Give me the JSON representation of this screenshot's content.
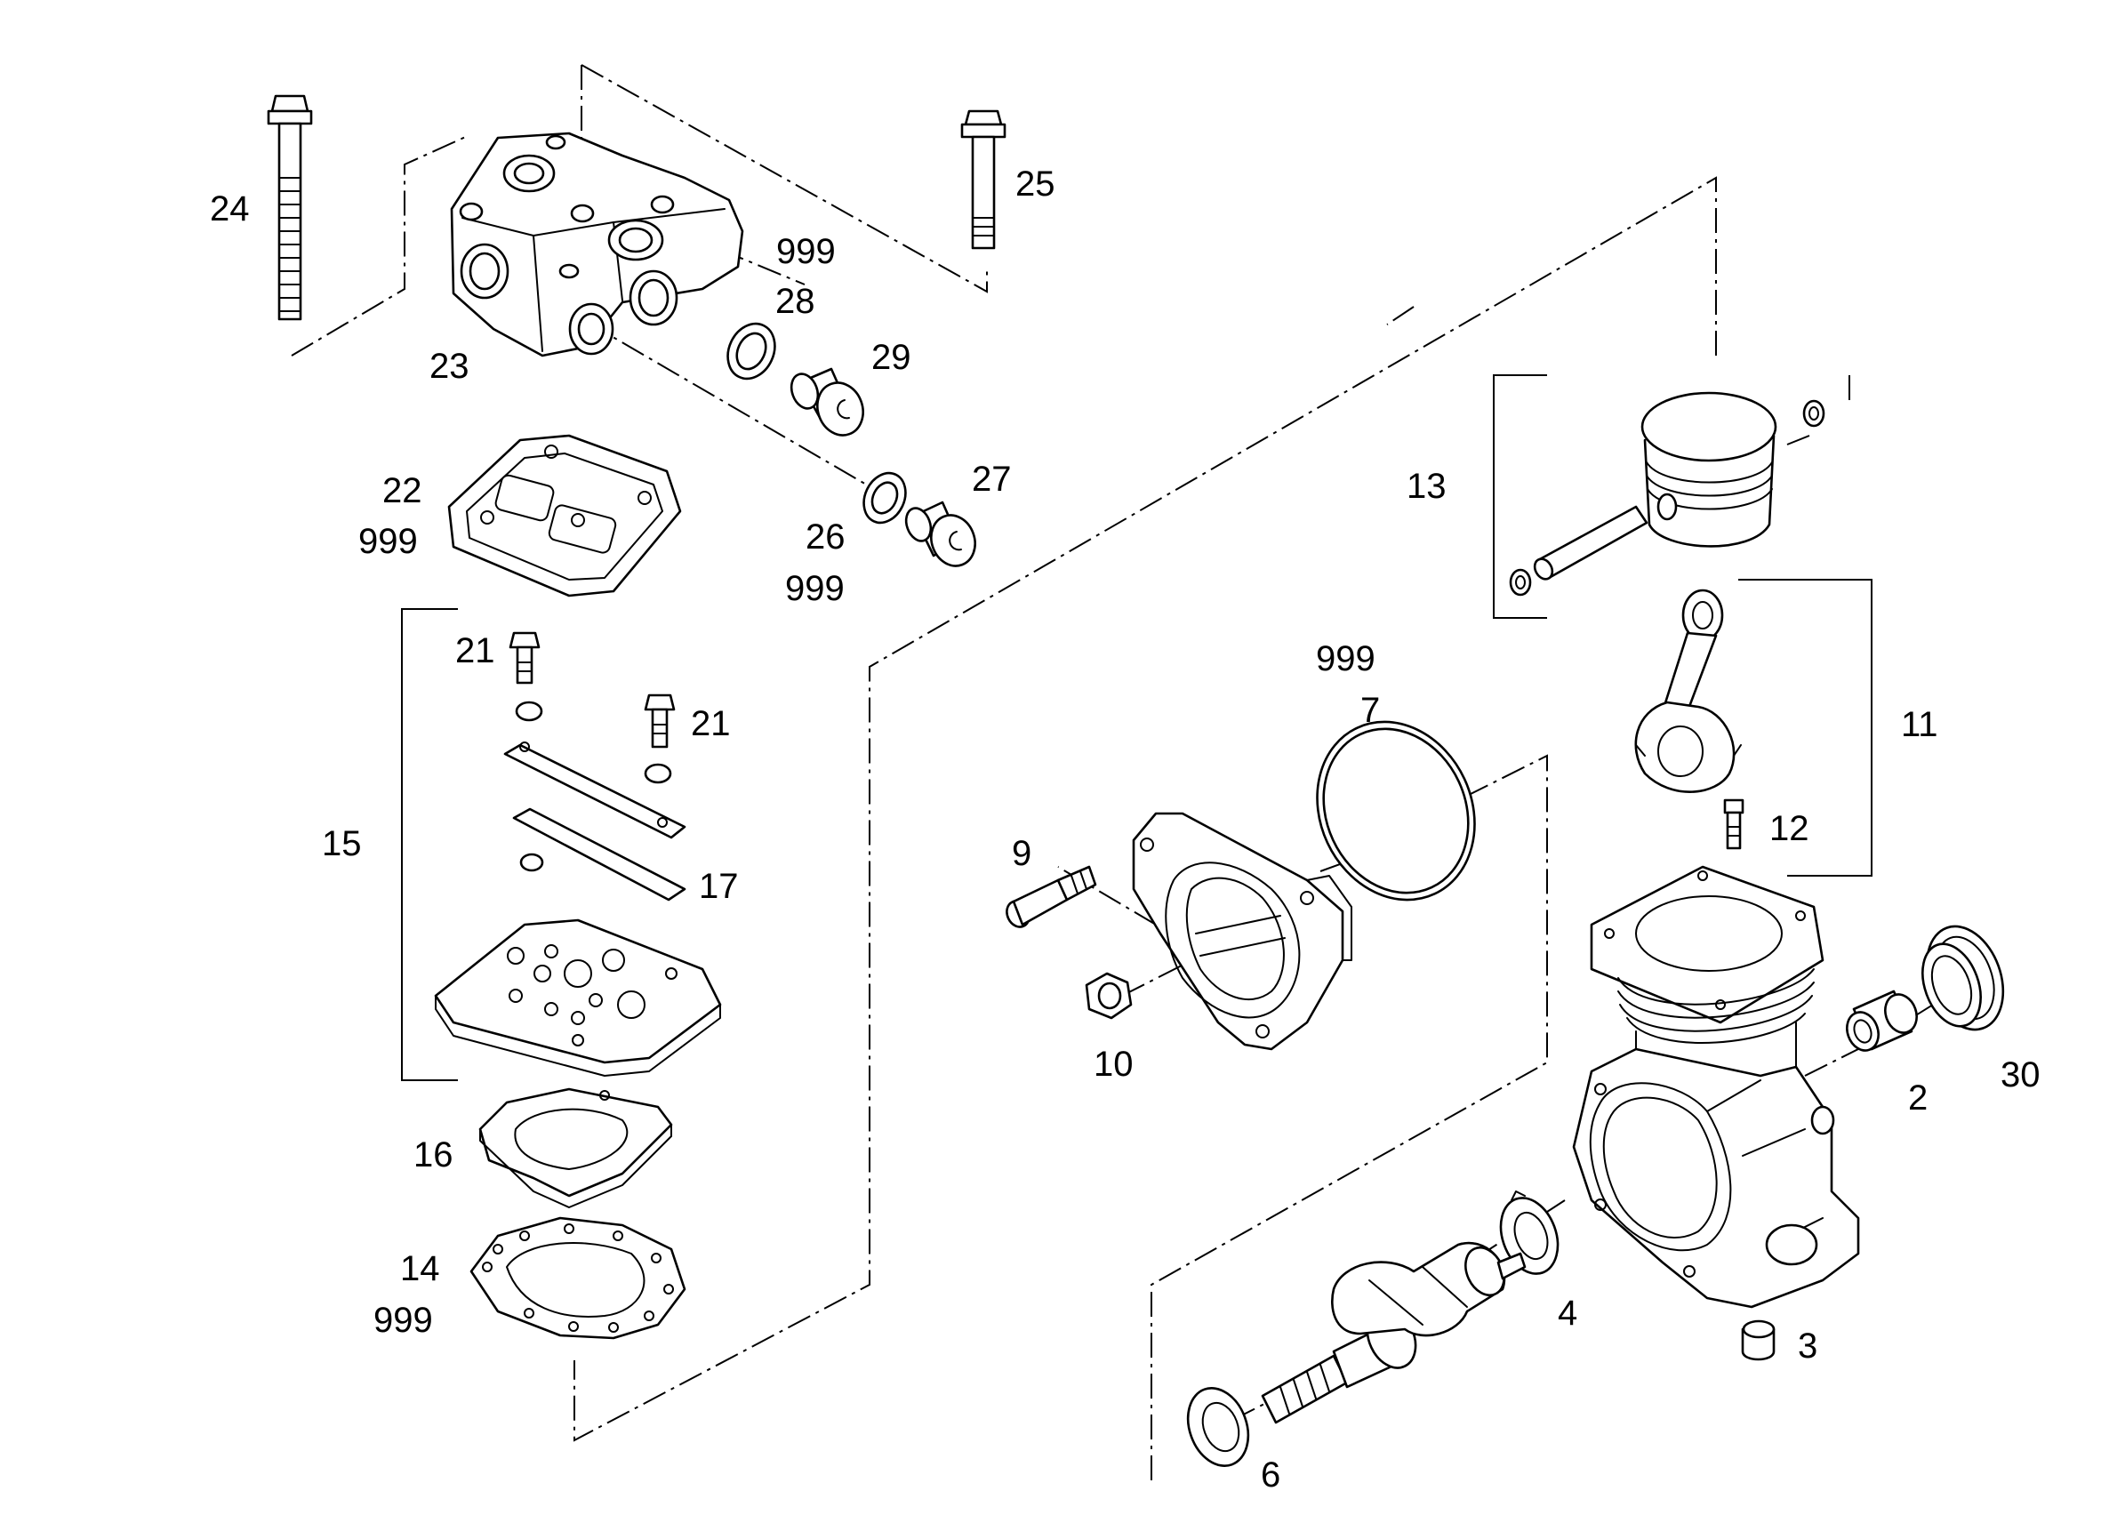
{
  "colors": {
    "line": "#000000",
    "background": "#ffffff"
  },
  "callouts": {
    "c2": "2",
    "c3": "3",
    "c4": "4",
    "c6": "6",
    "c7": "7",
    "c7_999": "999",
    "c9": "9",
    "c10": "10",
    "c11": "11",
    "c12": "12",
    "c13": "13",
    "c14": "14",
    "c14_999": "999",
    "c15": "15",
    "c16": "16",
    "c17": "17",
    "c21a": "21",
    "c21b": "21",
    "c22": "22",
    "c22_999": "999",
    "c23": "23",
    "c24": "24",
    "c25": "25",
    "c26": "26",
    "c26_999": "999",
    "c27": "27",
    "c28": "28",
    "c28_999": "999",
    "c29": "29",
    "c30": "30"
  }
}
